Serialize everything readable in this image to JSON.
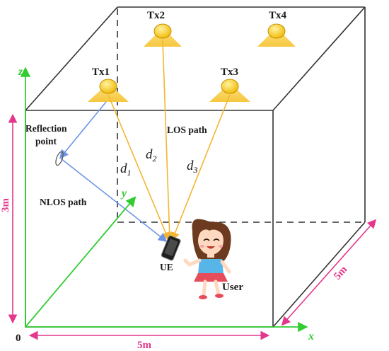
{
  "transmitters": [
    "Tx1",
    "Tx2",
    "Tx3",
    "Tx4"
  ],
  "labels": {
    "reflection_line1": "Reflection",
    "reflection_line2": "point",
    "los": "LOS path",
    "nlos": "NLOS path",
    "ue": "UE",
    "user": "User",
    "origin": "0"
  },
  "distances": {
    "d1": {
      "base": "d",
      "sub": "1"
    },
    "d2": {
      "base": "d",
      "sub": "2"
    },
    "d3": {
      "base": "d",
      "sub": "3"
    }
  },
  "dimensions": {
    "height": "3m",
    "width": "5m",
    "depth": "5m"
  },
  "axes": {
    "x": "x",
    "y": "y",
    "z": "z"
  },
  "colors": {
    "los_ray": "#f2b632",
    "nlos_ray": "#6f96e6",
    "axis_green": "#33cc33",
    "dimension_pink": "#e4368c",
    "lamp": "#f5c400",
    "room_edge": "#333333"
  }
}
